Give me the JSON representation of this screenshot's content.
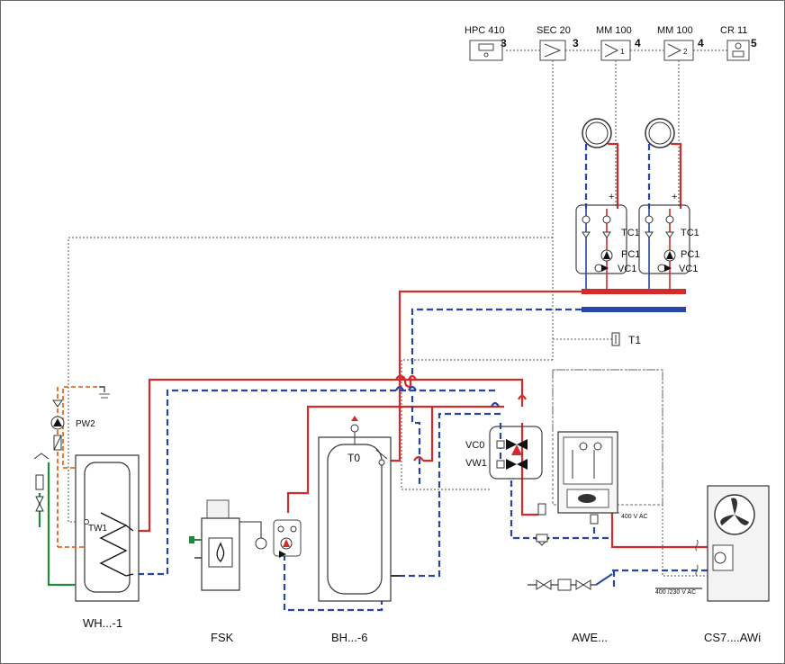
{
  "controllers": [
    {
      "label": "HPC 410",
      "num": "3"
    },
    {
      "label": "SEC 20",
      "num": "3"
    },
    {
      "label": "MM 100",
      "num": "4",
      "channel": "1"
    },
    {
      "label": "MM 100",
      "num": "4",
      "channel": "2"
    },
    {
      "label": "CR 11",
      "num": "5"
    }
  ],
  "circuit_labels": {
    "tc1": "TC1",
    "pc1": "PC1",
    "vc1": "VC1",
    "plus": "+",
    "t1": "T1",
    "pw2": "PW2",
    "tw1": "TW1",
    "t0": "T0",
    "vc0": "VC0",
    "vw1": "VW1",
    "v400": "400 V AC",
    "v400_230": "400 /230 V AC"
  },
  "units": [
    {
      "label": "WH...-1"
    },
    {
      "label": "FSK"
    },
    {
      "label": "BH...-6"
    },
    {
      "label": "AWE..."
    },
    {
      "label": "CS7....AWi"
    }
  ],
  "colors": {
    "flow": "#d42a2a",
    "return": "#2546a8",
    "dhw_cold": "#1f8a3a",
    "dhw_circ": "#e06a2a",
    "signal": "#555555"
  }
}
